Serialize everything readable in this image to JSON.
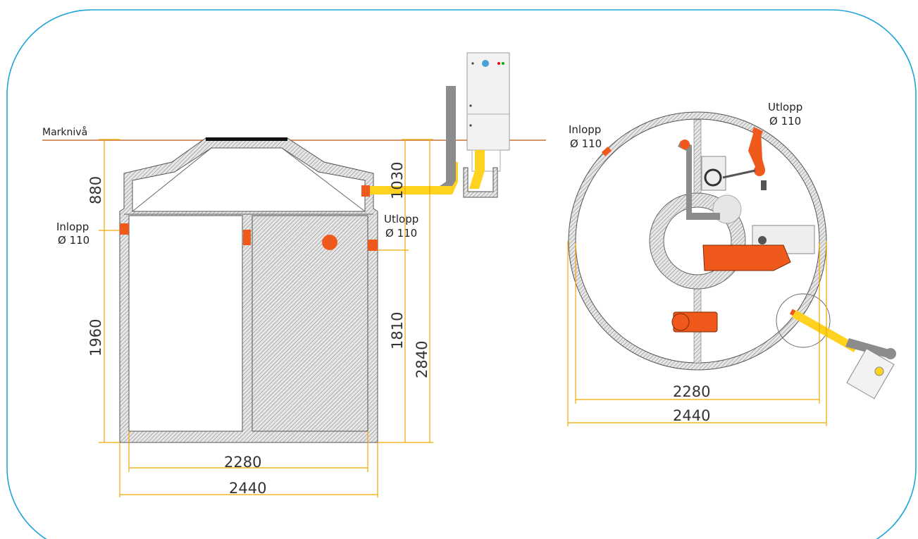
{
  "colors": {
    "frame": "#1ea4d8",
    "ground_line": "#c8703a",
    "dimension": "#f0a800",
    "pipe_yellow": "#ffd21f",
    "pipe_orange": "#ef5a1c",
    "pipe_grey": "#8c8c8c",
    "concrete": "#d9d9d9"
  },
  "labels": {
    "ground_level": "Marknivå",
    "inlet_left": "Inlopp",
    "inlet_left_size": "Ø 110",
    "outlet_left": "Utlopp",
    "outlet_left_size": "Ø 110",
    "inlet_right": "Inlopp",
    "inlet_right_size": "Ø 110",
    "outlet_right": "Utlopp",
    "outlet_right_size": "Ø 110"
  },
  "dimensions": {
    "side_view": {
      "top_height": "880",
      "depth_to_inlet": "1030",
      "inner_height": "1960",
      "outlet_height": "1810",
      "total_height": "2840",
      "inner_width": "2280",
      "outer_width": "2440"
    },
    "top_view": {
      "inner_width": "2280",
      "outer_width": "2440"
    }
  }
}
